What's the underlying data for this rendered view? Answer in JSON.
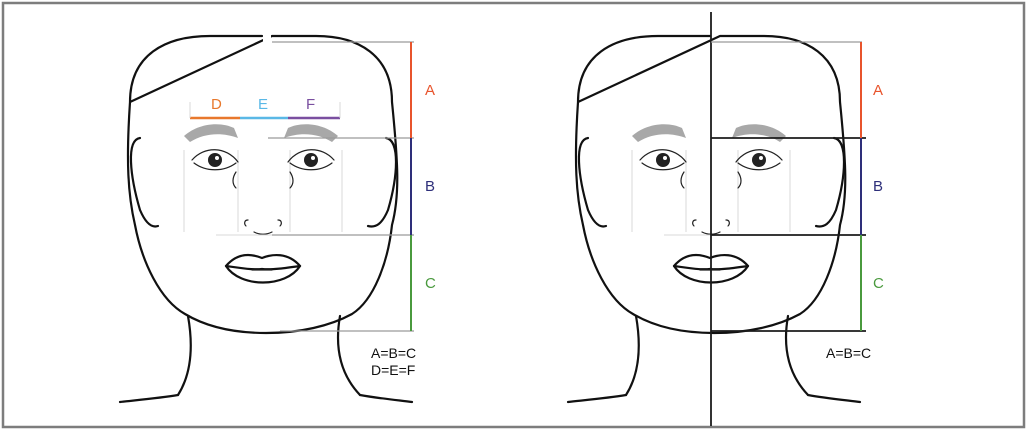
{
  "colors": {
    "a": "#e8542c",
    "b": "#2e2f7a",
    "c": "#4a9a3e",
    "d": "#e8782c",
    "e": "#5ab8e6",
    "f": "#7a4fa0"
  },
  "left_figure": {
    "segment_labels": {
      "a": "A",
      "b": "B",
      "c": "C"
    },
    "width_labels": {
      "d": "D",
      "e": "E",
      "f": "F"
    },
    "equations": [
      "A=B=C",
      "D=E=F"
    ]
  },
  "right_figure": {
    "segment_labels": {
      "a": "A",
      "b": "B",
      "c": "C"
    },
    "equations": [
      "A=B=C"
    ]
  }
}
